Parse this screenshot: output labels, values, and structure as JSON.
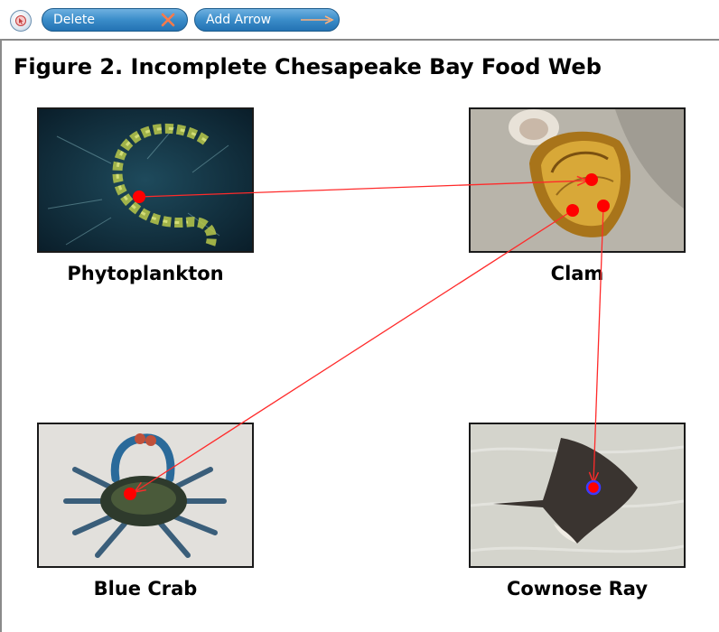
{
  "toolbar": {
    "delete_label": "Delete",
    "add_arrow_label": "Add Arrow"
  },
  "figure": {
    "title": "Figure 2. Incomplete Chesapeake Bay Food Web"
  },
  "organisms": [
    {
      "id": "phytoplankton",
      "label": "Phytoplankton"
    },
    {
      "id": "clam",
      "label": "Clam"
    },
    {
      "id": "blue-crab",
      "label": "Blue Crab"
    },
    {
      "id": "cownose-ray",
      "label": "Cownose Ray"
    }
  ],
  "arrows": [
    {
      "from": "Phytoplankton",
      "to": "Clam"
    },
    {
      "from": "Clam",
      "to": "Blue Crab"
    },
    {
      "from": "Clam",
      "to": "Cownose Ray"
    }
  ],
  "colors": {
    "arrow": "#ff2a2a",
    "node_dot": "#ff0000",
    "selected_dot_ring": "#3b3bff",
    "toolbar_button": "#3a8cc9"
  }
}
